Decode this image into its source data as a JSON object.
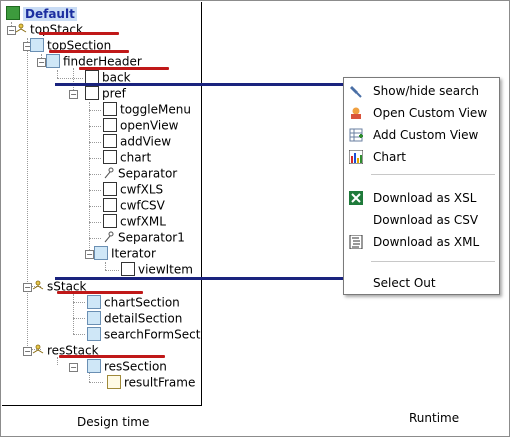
{
  "tree": {
    "root": "Default",
    "nodes": [
      {
        "id": "topstack",
        "label": "topStack",
        "icon": "stack-icon"
      },
      {
        "id": "topsection",
        "label": "topSection",
        "icon": "section-icon"
      },
      {
        "id": "finderheader",
        "label": "finderHeader",
        "icon": "section-icon"
      },
      {
        "id": "back",
        "label": "back",
        "icon": "component-icon"
      },
      {
        "id": "pref",
        "label": "pref",
        "icon": "component-icon"
      },
      {
        "id": "togglemenu",
        "label": "toggleMenu",
        "icon": "component-icon"
      },
      {
        "id": "openview",
        "label": "openView",
        "icon": "component-icon"
      },
      {
        "id": "addview",
        "label": "addView",
        "icon": "component-icon"
      },
      {
        "id": "chart",
        "label": "chart",
        "icon": "component-icon"
      },
      {
        "id": "separator",
        "label": "Separator",
        "icon": "separator-icon"
      },
      {
        "id": "cwfxls",
        "label": "cwfXLS",
        "icon": "component-icon"
      },
      {
        "id": "cwfcsv",
        "label": "cwfCSV",
        "icon": "component-icon"
      },
      {
        "id": "cwfxml",
        "label": "cwfXML",
        "icon": "component-icon"
      },
      {
        "id": "separator1",
        "label": "Separator1",
        "icon": "separator-icon"
      },
      {
        "id": "iterator",
        "label": "Iterator",
        "icon": "section-icon"
      },
      {
        "id": "viewitem",
        "label": "viewItem",
        "icon": "component-icon"
      },
      {
        "id": "sstack",
        "label": "sStack",
        "icon": "stack-icon"
      },
      {
        "id": "chartsection",
        "label": "chartSection",
        "icon": "section-icon"
      },
      {
        "id": "detailsection",
        "label": "detailSection",
        "icon": "section-icon"
      },
      {
        "id": "searchformsection",
        "label": "searchFormSectio",
        "icon": "section-icon"
      },
      {
        "id": "resstack",
        "label": "resStack",
        "icon": "stack-icon"
      },
      {
        "id": "ressection",
        "label": "resSection",
        "icon": "section-icon"
      },
      {
        "id": "resultframe",
        "label": "resultFrame",
        "icon": "frame-icon"
      }
    ]
  },
  "menu": {
    "items": [
      {
        "label": "Show/hide search",
        "icon": "search-icon"
      },
      {
        "label": "Open Custom View",
        "icon": "open-view-icon"
      },
      {
        "label": "Add Custom View",
        "icon": "add-view-icon"
      },
      {
        "label": "Chart",
        "icon": "chart-icon"
      },
      {
        "label": "Download as XSL",
        "icon": "excel-icon"
      },
      {
        "label": "Download as CSV",
        "icon": ""
      },
      {
        "label": "Download as XML",
        "icon": "xml-icon"
      },
      {
        "label": "Select Out",
        "icon": ""
      }
    ]
  },
  "captions": {
    "design": "Design time",
    "runtime": "Runtime"
  },
  "colors": {
    "underline_red": "#c01818",
    "connector_navy": "#1a237e",
    "root_green": "#3d9b3d"
  }
}
